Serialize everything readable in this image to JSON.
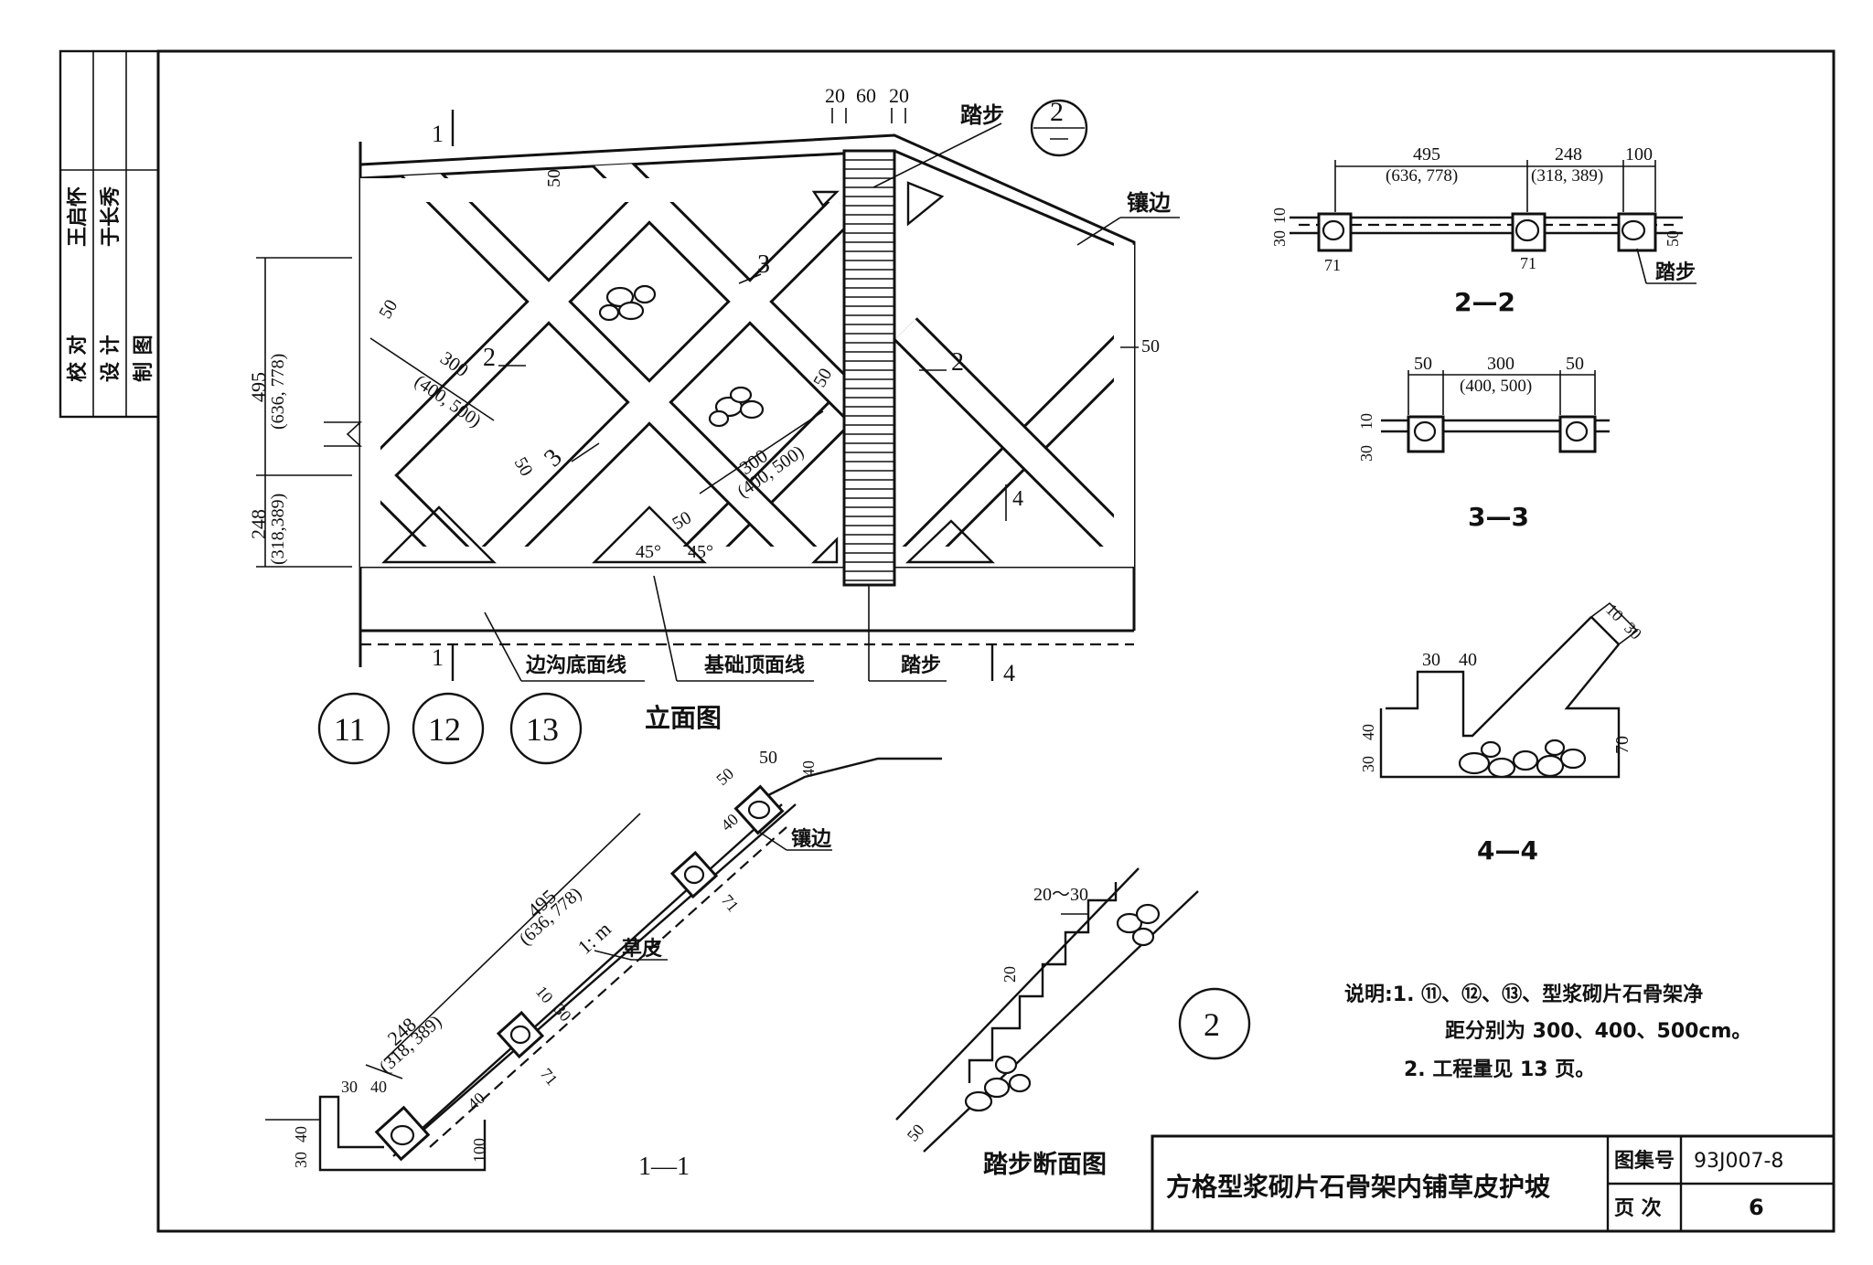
{
  "side_strip": {
    "labels": [
      "校 对",
      "设 计",
      "制 图"
    ],
    "names": [
      "王启怀",
      "于长秀",
      ""
    ]
  },
  "elevation": {
    "title": "立面图",
    "top_dims": [
      "20",
      "60",
      "20"
    ],
    "step_label": "踏步",
    "detail_ref": "2",
    "edge_label": "镶边",
    "dim_50": "50",
    "dim_495": "495",
    "dim_495_alt": "(636, 778)",
    "dim_248": "248",
    "dim_248_alt": "(318,389)",
    "dim_300": "300",
    "dim_300_alt": "(400, 500)",
    "angle": "45°",
    "section_1": "1",
    "section_2": "2",
    "section_3": "3",
    "section_4": "4",
    "ditch_line": "边沟底面线",
    "foundation_line": "基础顶面线",
    "bottom_step": "踏步",
    "types": [
      "11",
      "12",
      "13"
    ]
  },
  "sec22": {
    "title": "2—2",
    "d495": "495",
    "d495a": "(636, 778)",
    "d248": "248",
    "d248a": "(318, 389)",
    "d100": "100",
    "d30": "30",
    "d10": "10",
    "d71": "71",
    "d50": "50",
    "step": "踏步"
  },
  "sec33": {
    "title": "3—3",
    "d50": "50",
    "d300": "300",
    "d300a": "(400, 500)",
    "d30": "30",
    "d10": "10"
  },
  "sec44": {
    "title": "4—4",
    "d30": "30",
    "d40": "40",
    "d10": "10",
    "d70": "70"
  },
  "sec11": {
    "title": "1—1",
    "d495": "495",
    "d495a": "(636, 778)",
    "d248": "248",
    "d248a": "(318, 389)",
    "slope": "1: m",
    "grass": "草皮",
    "edge": "镶边",
    "d50": "50",
    "d40": "40",
    "d30": "30",
    "d10": "10",
    "d71": "71",
    "d100": "100"
  },
  "step_section": {
    "title": "踏步断面图",
    "ref": "2",
    "d2030": "20～30",
    "d20": "20",
    "d50": "50"
  },
  "notes": {
    "line1": "说明:1. ⑪、⑫、⑬、型浆砌片石骨架净",
    "line2": "距分别为 300、400、500cm。",
    "line3": "2. 工程量见 13 页。"
  },
  "title_block": {
    "title": "方格型浆砌片石骨架内铺草皮护坡",
    "atlas_label": "图集号",
    "atlas_no": "93J007-8",
    "page_label": "页  次",
    "page_no": "6"
  }
}
